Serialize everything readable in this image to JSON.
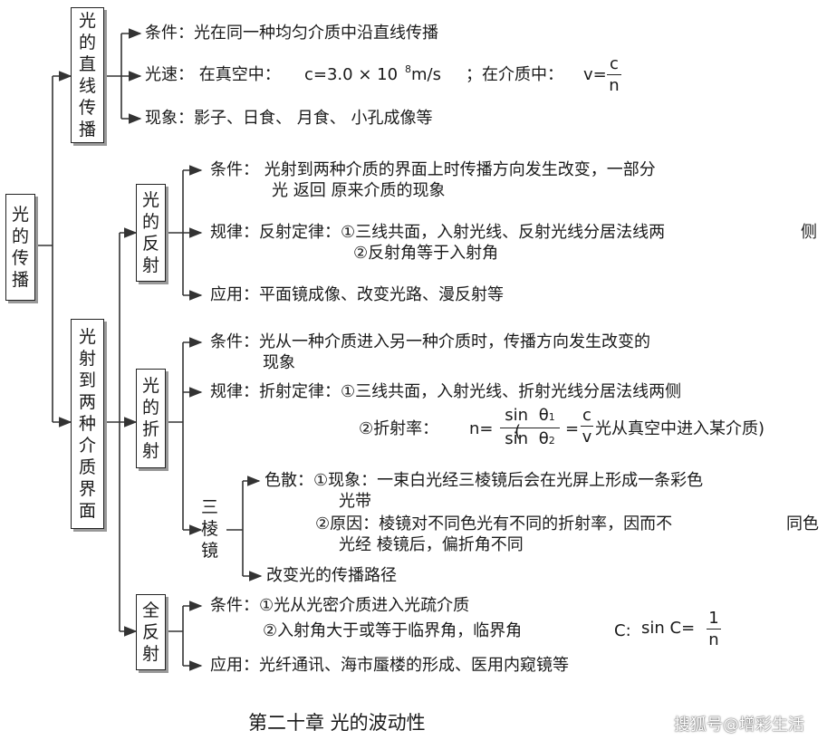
{
  "root": "光的传播",
  "rect": {
    "title": "光的直线传播",
    "cond": "条件：光在同一种均匀介质中沿直线传播",
    "speed_a": "光速：  在真空中：",
    "speed_b": "c=3.0 × 10",
    "speed_exp": "8",
    "speed_c": "m/s",
    "speed_d": "；在介质中：",
    "speed_v": "v=",
    "speed_num": "c",
    "speed_den": "n",
    "phen": "现象：影子、日食、    月食、   小孔成像等"
  },
  "iface": {
    "title": "光射到两种介质界面"
  },
  "refl": {
    "title": "光的反射",
    "cond1": "条件：  光射到两种介质的界面上时传播方向发生改变，一部分",
    "cond2": "光 返回 原来介质的现象",
    "law1": "规律：反射定律：①三线共面，入射光线、反射光线分居法线两",
    "law1_end": "侧",
    "law2": "②反射角等于入射角",
    "app": "应用：平面镜成像、改变光路、漫反射等"
  },
  "refr": {
    "title": "光的折射",
    "cond1": "条件：光从一种介质进入另一种介质时，传播方向发生改变的",
    "cond2": "现象",
    "law1": "规律：折射定律：①三线共面，入射光线、折射光线分居法线两侧",
    "law2_label": "②折射率：",
    "n_eq": "n=",
    "sin1": "sin",
    "theta1": "θ",
    "sub1": "1",
    "sin2": "sin",
    "theta2": "θ",
    "sub2": "2",
    "paren": "(",
    "eq2": "=",
    "c": "c",
    "v": "v",
    "law2_end": "光从真空中进入某介质)"
  },
  "prism": {
    "title": "三棱镜",
    "disp1": "色散：①现象：一束白光经三棱镜后会在光屏上形成一条彩色",
    "disp2": "光带",
    "cause1": "②原因：棱镜对不同色光有不同的折射率，因而不",
    "cause1_end": "同色",
    "cause2": "光经 棱镜后，偏折角不同",
    "path": "改变光的传播路径"
  },
  "tir": {
    "title": "全反射",
    "cond1": "条件：①光从光密介质进入光疏介质",
    "cond2": "②入射角大于或等于临界角，临界角",
    "c_label": "C:",
    "sinC": "sin C=",
    "num": "1",
    "den": "n",
    "app": "应用：光纤通讯、海市蜃楼的形成、医用内窥镜等"
  },
  "footer": "第二十章    光的波动性",
  "watermark": "搜狐号@增彩生活"
}
